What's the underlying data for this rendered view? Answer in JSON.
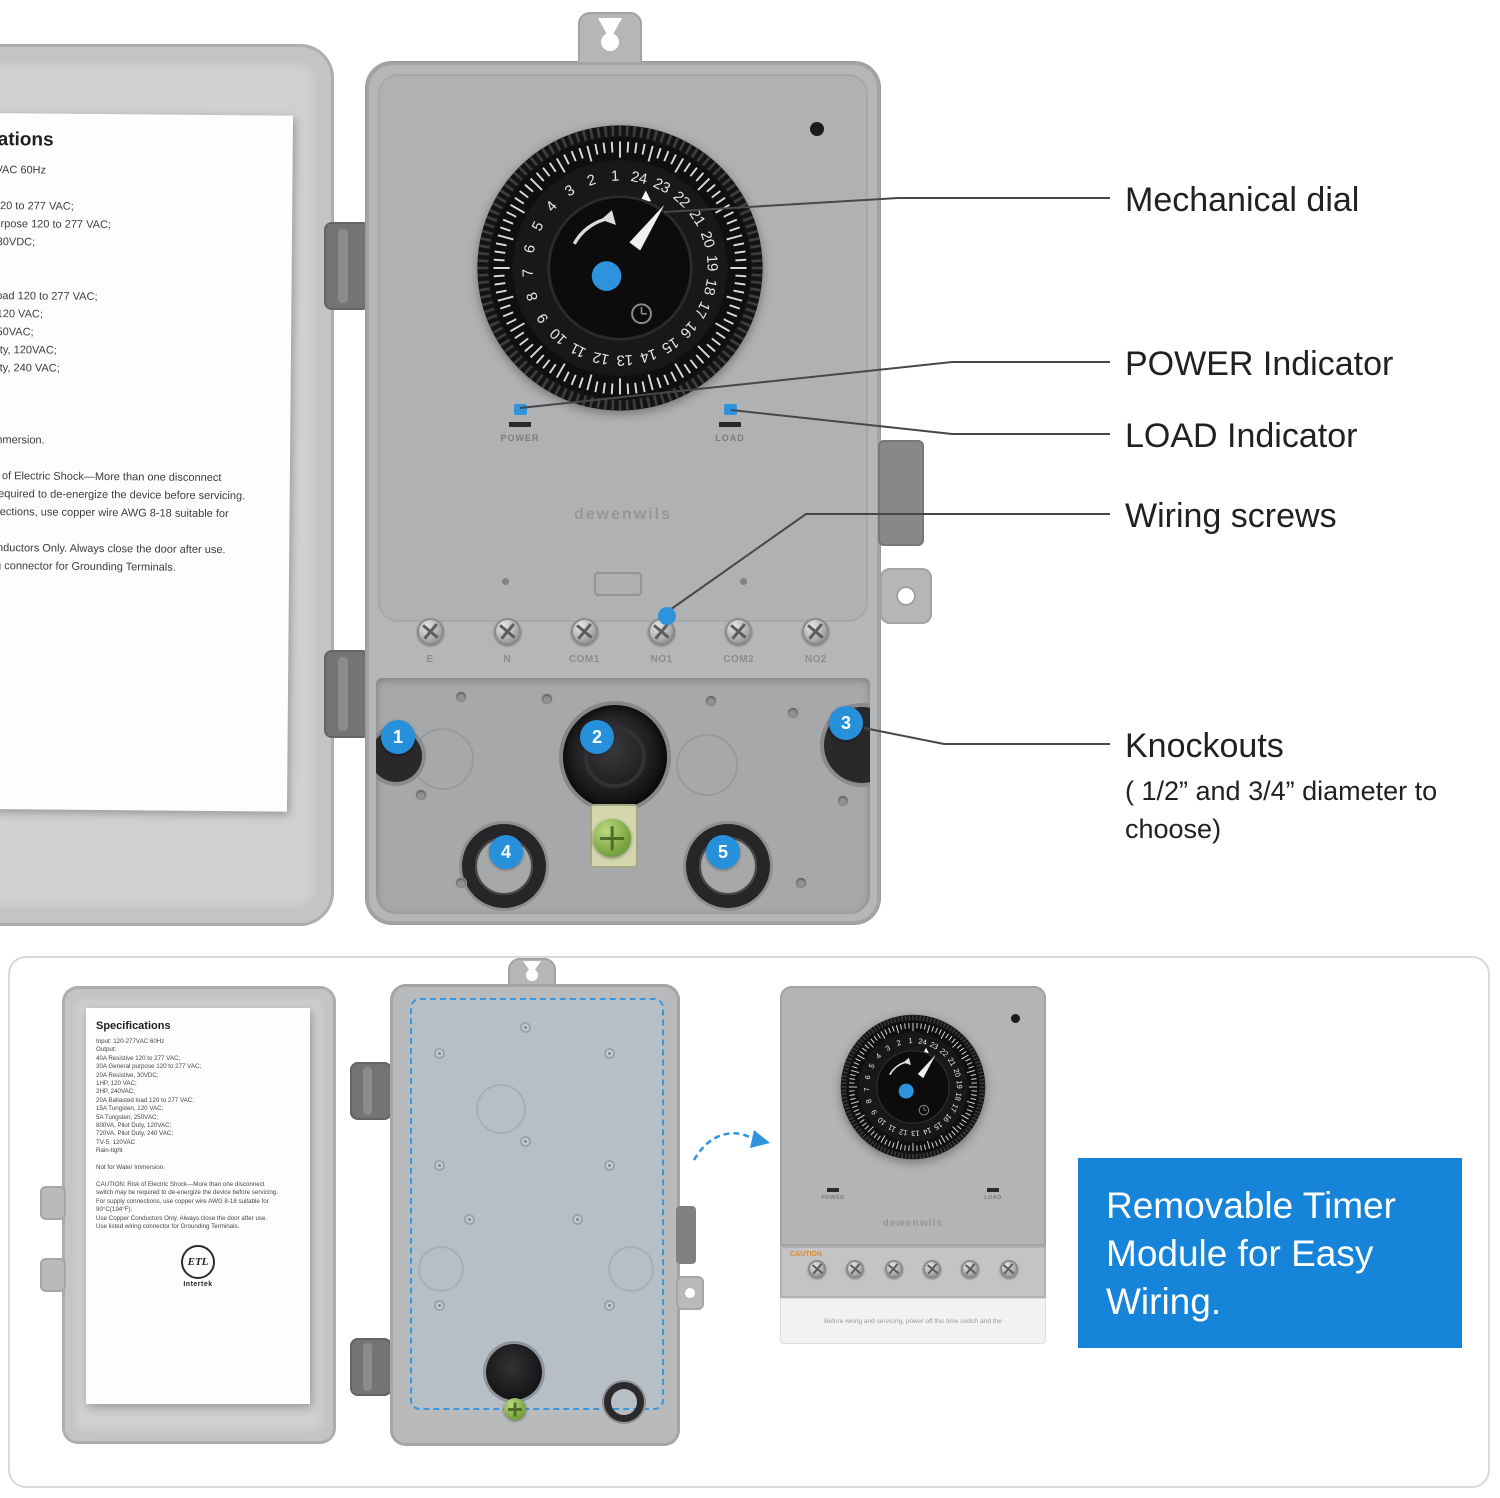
{
  "accent": {
    "blue": "#2e93dc",
    "info_blue": "#1684d8"
  },
  "callouts": {
    "mechanical_dial": "Mechanical dial",
    "power_indicator": "POWER Indicator",
    "load_indicator": "LOAD Indicator",
    "wiring_screws": "Wiring screws",
    "knockouts": "Knockouts",
    "knockouts_note": "( 1/2” and 3/4” diameter to choose)"
  },
  "device": {
    "brand": "dewenwils",
    "power_label": "POWER",
    "load_label": "LOAD",
    "terminals": [
      "E",
      "N",
      "COM1",
      "NO1",
      "COM2",
      "NO2"
    ],
    "knockout_badges": [
      "1",
      "2",
      "3",
      "4",
      "5"
    ],
    "dial_numbers": [
      1,
      2,
      3,
      4,
      5,
      6,
      7,
      8,
      9,
      10,
      11,
      12,
      13,
      14,
      15,
      16,
      17,
      18,
      19,
      20,
      21,
      22,
      23,
      24
    ]
  },
  "spec_label": {
    "title": "Specifications",
    "lines": [
      "Input: 120-277VAC 60Hz",
      "Output:",
      "40A Resistive 120 to 277 VAC;",
      "30A General purpose 120 to 277 VAC;",
      "20A Resistive, 30VDC;",
      "1HP, 120 VAC;",
      "2HP, 240VAC;",
      "20A Ballasted load 120 to 277 VAC;",
      "15A Tungsten, 120 VAC;",
      "5A Tungsten, 250VAC;",
      "800VA, Pilot Duty, 120VAC;",
      "720VA, Pilot Duty, 240 VAC;",
      "TV-5, 120VAC",
      "Rain-tight",
      "",
      "Not for Water Immersion.",
      "",
      "CAUTION: Risk of Electric Shock—More than one disconnect",
      "switch may be required to de-energize the device before servicing.",
      "For supply connections, use copper wire AWG 8-18 suitable for",
      "90°C(194°F).",
      "Use Copper Conductors Only. Always close the door after use.",
      "Use listed wiring connector for Grounding Terminals."
    ],
    "cert_mark": "ETL",
    "cert_name": "Intertek"
  },
  "module": {
    "brand": "dewenwils",
    "power_label": "POWER",
    "load_label": "LOAD",
    "caution": "CAUTION",
    "warning_line": "Before wiring and servicing, power off this time switch and the"
  },
  "info_box": {
    "text": "Removable Timer Module for Easy Wiring."
  }
}
